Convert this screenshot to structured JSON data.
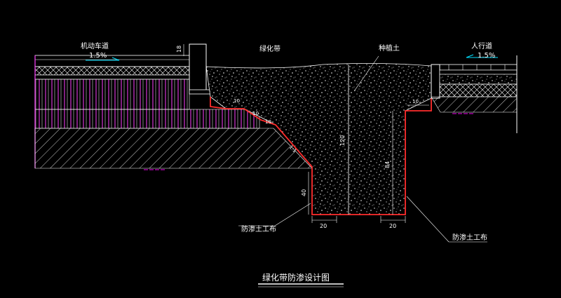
{
  "title": "绿化带防渗设计图",
  "labels": {
    "left_road": "机动车道",
    "left_slope": "1.5%",
    "median": "绿化带",
    "planting_soil": "种植土",
    "sidewalk": "人行道",
    "right_slope": "1.5%",
    "geotextile_left": "防渗土工布",
    "geotextile_right": "防渗土工布"
  },
  "dimensions": {
    "curb_height": "18",
    "left_step_1": "10",
    "left_step_2": "10",
    "left_step_3": "10",
    "right_step": "10",
    "total_depth": "120",
    "right_depth": "84",
    "left_depth": "40",
    "bottom_left_width": "20",
    "bottom_right_width": "20",
    "slope_left": "1:1"
  },
  "colors": {
    "background": "#000000",
    "line": "#ffffff",
    "geotextile": "#ff2d2d",
    "pavement": "#ff40ff",
    "text": "#ffffff",
    "leader": "#00e0ff",
    "ground": "#c000c0"
  }
}
